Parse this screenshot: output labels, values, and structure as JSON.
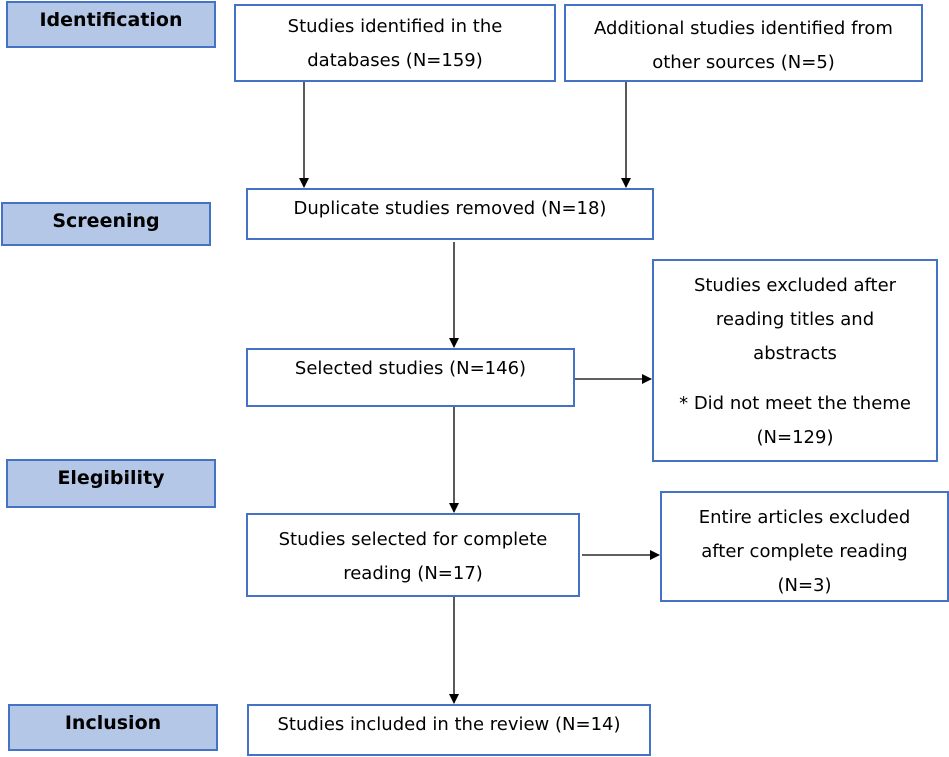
{
  "colors": {
    "phase_fill": "#b4c7e7",
    "box_border": "#4472c4",
    "arrow": "#000000"
  },
  "phases": {
    "identification": "Identification",
    "screening": "Screening",
    "eligibility": "Elegibility",
    "inclusion": "Inclusion"
  },
  "boxes": {
    "databases": {
      "line1": "Studies identified in the",
      "line2": "databases (N=159)"
    },
    "other_sources": {
      "line1": "Additional studies identified from",
      "line2": "other sources (N=5)"
    },
    "duplicates": {
      "line1": "Duplicate studies removed (N=18)"
    },
    "selected": {
      "line1": "Selected studies (N=146)"
    },
    "excluded_titles": {
      "line1": "Studies excluded after",
      "line2": "reading titles and",
      "line3": "abstracts",
      "line4": "* Did not meet the theme",
      "line5": "(N=129)"
    },
    "complete_reading": {
      "line1": "Studies selected for complete",
      "line2": "reading (N=17)"
    },
    "excluded_articles": {
      "line1": "Entire articles excluded",
      "line2": "after complete reading",
      "line3": "(N=3)"
    },
    "included": {
      "line1": "Studies included in the review (N=14)"
    }
  }
}
